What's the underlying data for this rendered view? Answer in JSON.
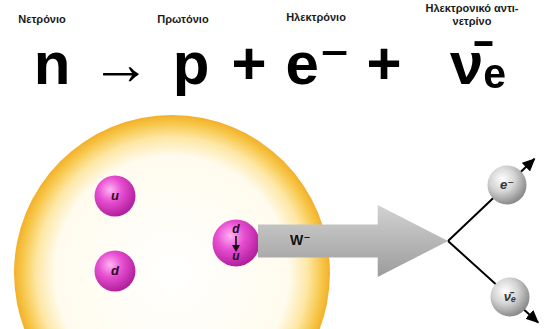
{
  "diagram": {
    "nodes": [
      {
        "text": [
          "u"
        ]
      },
      {
        "text": [
          "d"
        ]
      },
      {
        "text": [
          "d",
          "u"
        ]
      },
      {
        "text": [
          "W⁻"
        ]
      },
      {
        "text": [
          "e⁻"
        ]
      },
      {
        "text": [
          "ν̄ₑ"
        ]
      }
    ],
    "edges": [
      {
        "from": 3,
        "to": 4,
        "arrow": "to"
      },
      {
        "from": 3,
        "to": 5,
        "arrow": "to"
      }
    ],
    "labels": [
      "Νετρόνιο",
      "Πρωτόνιο",
      "Ηλεκτρόνιο",
      "Ηλεκτρονικό αντι-νετρίνο",
      "n",
      "→",
      "p",
      "+",
      "e⁻",
      "+",
      "ν̄ₑ"
    ]
  }
}
